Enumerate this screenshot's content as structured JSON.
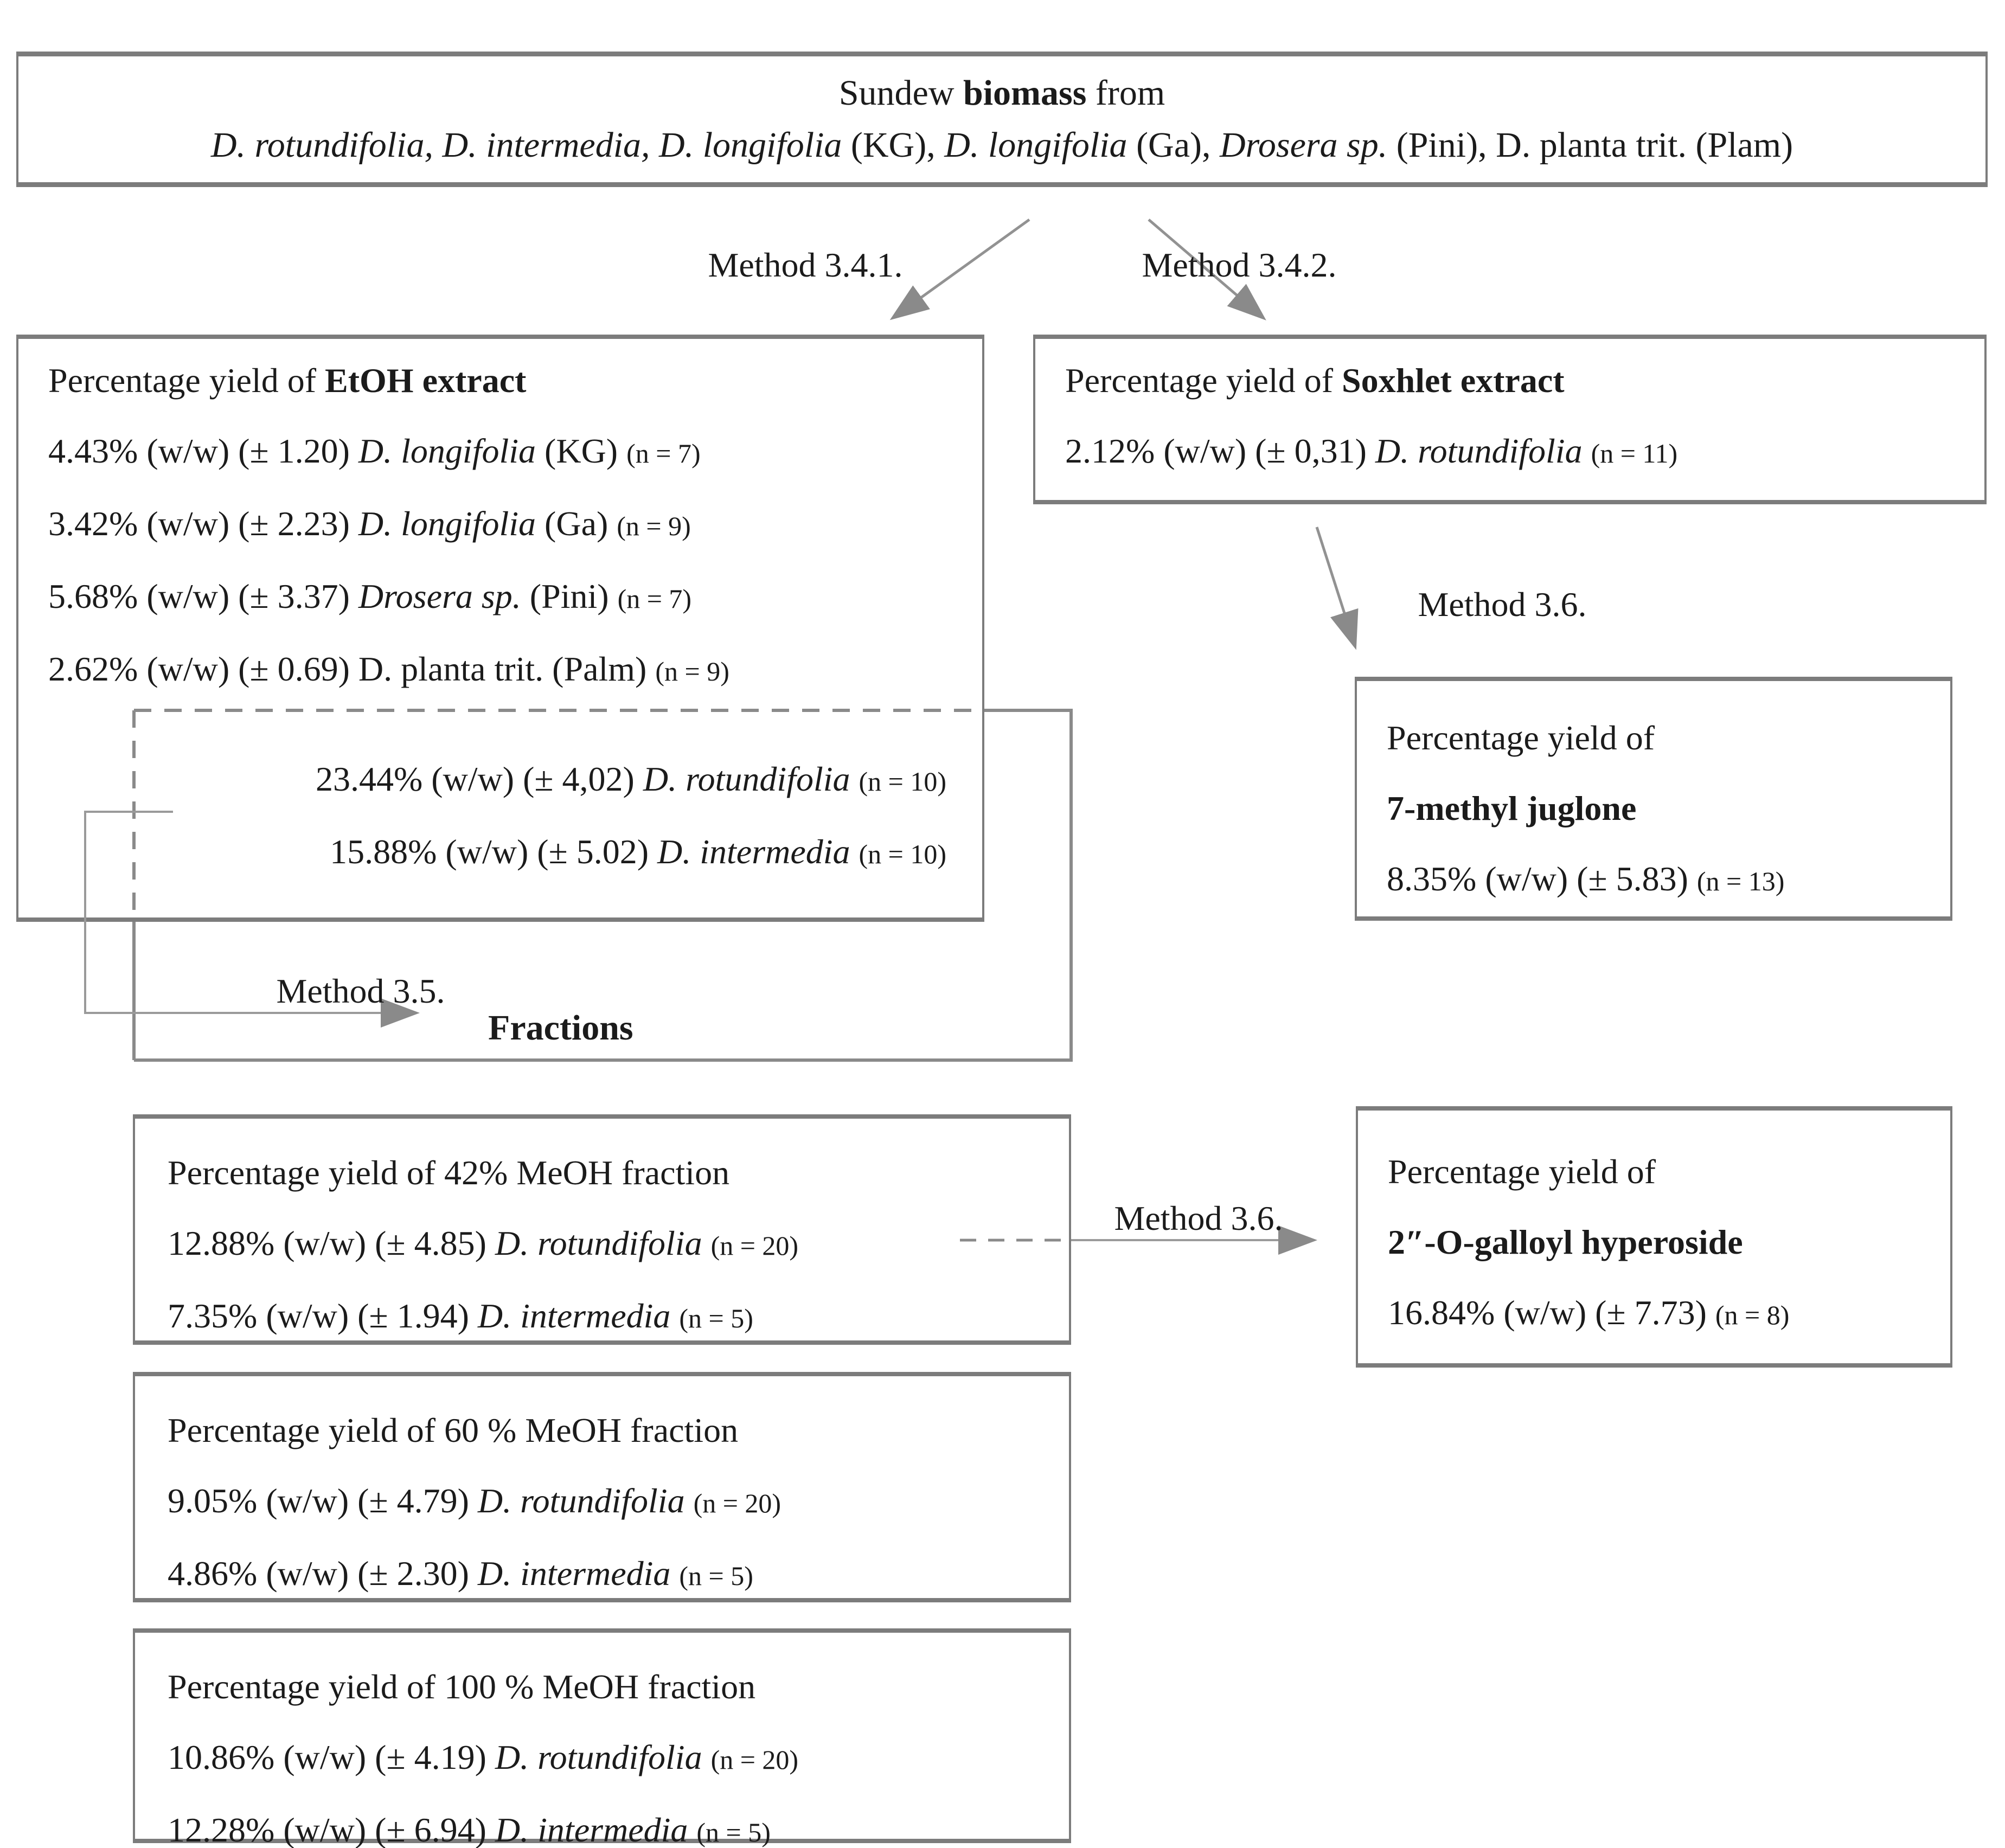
{
  "colors": {
    "background": "#ffffff",
    "text": "#1b1b1b",
    "box_border": "#7c7c7c",
    "dashed_line": "#8a8a8a",
    "connector_line": "#929292",
    "arrowhead": "#8a8a8a"
  },
  "top_box": {
    "line1": [
      {
        "t": "Sundew ",
        "s": "r"
      },
      {
        "t": "biomass",
        "s": "b"
      },
      {
        "t": " from",
        "s": "r"
      }
    ],
    "line2": [
      {
        "t": "D. rotundifolia, D. intermedia, D. longifolia",
        "s": "i"
      },
      {
        "t": " (KG), ",
        "s": "r"
      },
      {
        "t": "D. longifolia",
        "s": "i"
      },
      {
        "t": " (Ga), ",
        "s": "r"
      },
      {
        "t": "Drosera sp.",
        "s": "i"
      },
      {
        "t": " (Pini), D. planta trit. (Plam)",
        "s": "r"
      }
    ]
  },
  "labels": {
    "method_341": "Method 3.4.1.",
    "method_342": "Method 3.4.2.",
    "method_35": "Method 3.5.",
    "method_36_upper": "Method 3.6.",
    "method_36_lower": "Method 3.6.",
    "fractions": "Fractions"
  },
  "etoh_box": {
    "title": [
      {
        "t": "Percentage yield of ",
        "s": "r"
      },
      {
        "t": "EtOH extract",
        "s": "b"
      }
    ],
    "rows": [
      [
        {
          "t": "4.43% (w/w) (± 1.20) ",
          "s": "r"
        },
        {
          "t": "D. longifolia",
          "s": "i"
        },
        {
          "t": " (KG) ",
          "s": "r"
        },
        {
          "t": "(n = 7)",
          "s": "n"
        }
      ],
      [
        {
          "t": "3.42% (w/w) (± 2.23) ",
          "s": "r"
        },
        {
          "t": "D. longifolia",
          "s": "i"
        },
        {
          "t": " (Ga) ",
          "s": "r"
        },
        {
          "t": "(n = 9)",
          "s": "n"
        }
      ],
      [
        {
          "t": "5.68% (w/w) (± 3.37) ",
          "s": "r"
        },
        {
          "t": "Drosera sp.",
          "s": "i"
        },
        {
          "t": " (Pini) ",
          "s": "r"
        },
        {
          "t": "(n = 7)",
          "s": "n"
        }
      ],
      [
        {
          "t": "2.62% (w/w) (± 0.69) D. planta trit. (Palm) ",
          "s": "r"
        },
        {
          "t": "(n = 9)",
          "s": "n"
        }
      ]
    ]
  },
  "fraction_yields": {
    "rows": [
      [
        {
          "t": "23.44% (w/w) (± 4,02) ",
          "s": "r"
        },
        {
          "t": "D. rotundifolia",
          "s": "i"
        },
        {
          "t": " ",
          "s": "r"
        },
        {
          "t": "(n = 10)",
          "s": "n"
        }
      ],
      [
        {
          "t": "15.88% (w/w) (± 5.02) ",
          "s": "r"
        },
        {
          "t": "D. intermedia",
          "s": "i"
        },
        {
          "t": " ",
          "s": "r"
        },
        {
          "t": "(n = 10)",
          "s": "n"
        }
      ]
    ]
  },
  "soxhlet_box": {
    "title": [
      {
        "t": "Percentage yield of ",
        "s": "r"
      },
      {
        "t": "Soxhlet extract",
        "s": "b"
      }
    ],
    "rows": [
      [
        {
          "t": "2.12% (w/w) (± 0,31) ",
          "s": "r"
        },
        {
          "t": "D. rotundifolia",
          "s": "i"
        },
        {
          "t": " ",
          "s": "r"
        },
        {
          "t": "(n = 11)",
          "s": "n"
        }
      ]
    ]
  },
  "juglone_box": {
    "line1": [
      {
        "t": "Percentage yield of",
        "s": "r"
      }
    ],
    "line2": [
      {
        "t": "7-methyl juglone",
        "s": "b"
      }
    ],
    "line3": [
      {
        "t": "8.35% (w/w) (± 5.83) ",
        "s": "r"
      },
      {
        "t": "(n = 13)",
        "s": "n"
      }
    ]
  },
  "galloyl_box": {
    "line1": [
      {
        "t": "Percentage yield of",
        "s": "r"
      }
    ],
    "line2": [
      {
        "t": "2″-O-galloyl hyperoside",
        "s": "b"
      }
    ],
    "line3": [
      {
        "t": "16.84% (w/w) (± 7.73) ",
        "s": "r"
      },
      {
        "t": "(n = 8)",
        "s": "n"
      }
    ]
  },
  "meoh42_box": {
    "title": [
      {
        "t": "Percentage yield of 42% MeOH fraction",
        "s": "r"
      }
    ],
    "rows": [
      [
        {
          "t": "12.88% (w/w) (± 4.85) ",
          "s": "r"
        },
        {
          "t": "D. rotundifolia",
          "s": "i"
        },
        {
          "t": " ",
          "s": "r"
        },
        {
          "t": "(n = 20)",
          "s": "n"
        }
      ],
      [
        {
          "t": "7.35% (w/w) (± 1.94) ",
          "s": "r"
        },
        {
          "t": "D. intermedia",
          "s": "i"
        },
        {
          "t": " ",
          "s": "r"
        },
        {
          "t": "(n = 5)",
          "s": "n"
        }
      ]
    ]
  },
  "meoh60_box": {
    "title": [
      {
        "t": "Percentage yield of 60 % MeOH fraction",
        "s": "r"
      }
    ],
    "rows": [
      [
        {
          "t": "9.05% (w/w) (± 4.79) ",
          "s": "r"
        },
        {
          "t": "D. rotundifolia",
          "s": "i"
        },
        {
          "t": " ",
          "s": "r"
        },
        {
          "t": "(n = 20)",
          "s": "n"
        }
      ],
      [
        {
          "t": "4.86% (w/w) (± 2.30) ",
          "s": "r"
        },
        {
          "t": "D. intermedia",
          "s": "i"
        },
        {
          "t": " ",
          "s": "r"
        },
        {
          "t": "(n = 5)",
          "s": "n"
        }
      ]
    ]
  },
  "meoh100_box": {
    "title": [
      {
        "t": "Percentage yield of 100 % MeOH fraction",
        "s": "r"
      }
    ],
    "rows": [
      [
        {
          "t": "10.86% (w/w) (± 4.19) ",
          "s": "r"
        },
        {
          "t": "D. rotundifolia",
          "s": "i"
        },
        {
          "t": " ",
          "s": "r"
        },
        {
          "t": "(n = 20)",
          "s": "n"
        }
      ],
      [
        {
          "t": "12.28% (w/w) (± 6.94) ",
          "s": "r"
        },
        {
          "t": "D. intermedia",
          "s": "i"
        },
        {
          "t": " ",
          "s": "r"
        },
        {
          "t": "(n = 5)",
          "s": "n"
        }
      ]
    ]
  }
}
